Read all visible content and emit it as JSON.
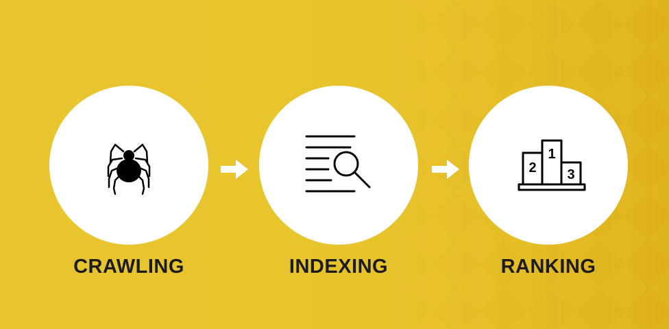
{
  "steps": [
    {
      "label": "CRAWLING",
      "icon": "spider-icon"
    },
    {
      "label": "INDEXING",
      "icon": "search-list-icon"
    },
    {
      "label": "RANKING",
      "icon": "podium-icon"
    }
  ],
  "podium_ranks": [
    "2",
    "1",
    "3"
  ],
  "colors": {
    "background": "#e8c52e",
    "circle": "#ffffff",
    "text": "#1c1c1c",
    "arrow": "#ffffff"
  }
}
